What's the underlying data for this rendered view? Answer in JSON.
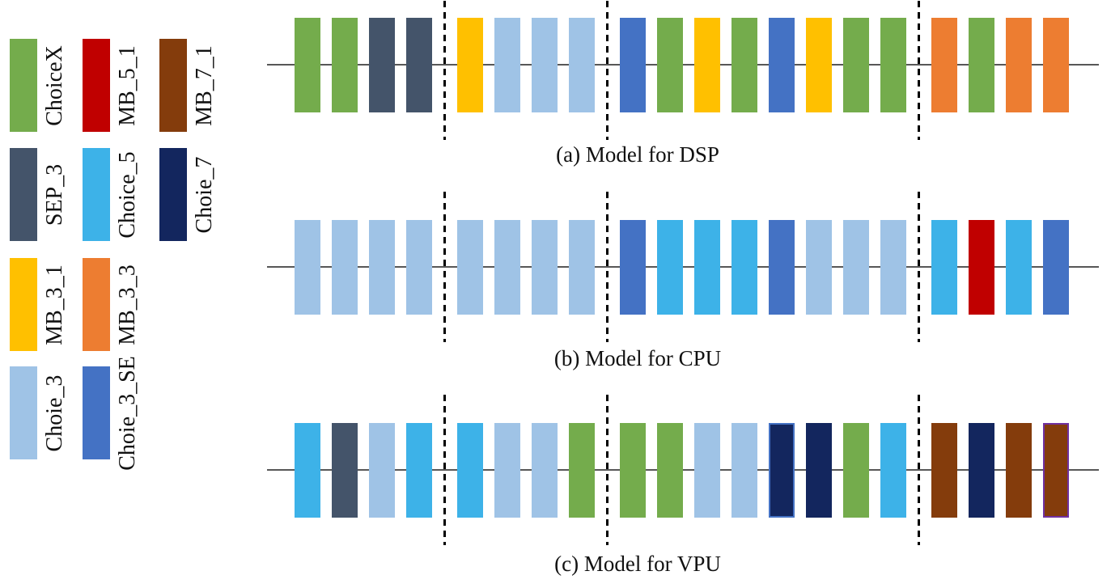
{
  "figure": {
    "background": "#ffffff",
    "baseline_color": "#575757",
    "separator_color": "#000000"
  },
  "palette": {
    "ChoiceX": "#74AC4C",
    "MB_5_1": "#C00000",
    "MB_7_1": "#843C0C",
    "SEP_3": "#44546A",
    "Choice_5": "#3DB2E8",
    "Choie_7": "#13265E",
    "MB_3_1": "#FFC000",
    "MB_3_3": "#ED7D31",
    "Choie_3": "#9FC3E6",
    "Choie_3_SE": "#4472C4"
  },
  "legend": {
    "items": [
      {
        "label": "ChoiceX",
        "op": "ChoiceX",
        "col": 0,
        "row": 0
      },
      {
        "label": "MB_5_1",
        "op": "MB_5_1",
        "col": 1,
        "row": 0
      },
      {
        "label": "MB_7_1",
        "op": "MB_7_1",
        "col": 2,
        "row": 0
      },
      {
        "label": "SEP_3",
        "op": "SEP_3",
        "col": 0,
        "row": 1
      },
      {
        "label": "Choice_5",
        "op": "Choice_5",
        "col": 1,
        "row": 1
      },
      {
        "label": "Choie_7",
        "op": "Choie_7",
        "col": 2,
        "row": 1
      },
      {
        "label": "MB_3_1",
        "op": "MB_3_1",
        "col": 0,
        "row": 2
      },
      {
        "label": "MB_3_3",
        "op": "MB_3_3",
        "col": 1,
        "row": 2
      },
      {
        "label": "Choie_3",
        "op": "Choie_3",
        "col": 0,
        "row": 3
      },
      {
        "label": "Choie_3_SE",
        "op": "Choie_3_SE",
        "col": 1,
        "row": 3
      }
    ]
  },
  "models": [
    {
      "caption": "(a) Model for DSP",
      "segments": [
        [
          "ChoiceX",
          "ChoiceX",
          "SEP_3",
          "SEP_3"
        ],
        [
          "MB_3_1",
          "Choie_3",
          "Choie_3",
          "Choie_3"
        ],
        [
          "Choie_3_SE",
          "ChoiceX",
          "MB_3_1",
          "ChoiceX",
          "Choie_3_SE",
          "MB_3_1",
          "ChoiceX",
          "ChoiceX"
        ],
        [
          "MB_3_3",
          "ChoiceX",
          "MB_3_3",
          "MB_3_3"
        ]
      ],
      "highlights": []
    },
    {
      "caption": "(b) Model for CPU",
      "segments": [
        [
          "Choie_3",
          "Choie_3",
          "Choie_3",
          "Choie_3"
        ],
        [
          "Choie_3",
          "Choie_3",
          "Choie_3",
          "Choie_3"
        ],
        [
          "Choie_3_SE",
          "Choice_5",
          "Choice_5",
          "Choice_5",
          "Choie_3_SE",
          "Choie_3",
          "Choie_3",
          "Choie_3"
        ],
        [
          "Choice_5",
          "MB_5_1",
          "Choice_5",
          "Choie_3_SE"
        ]
      ],
      "highlights": []
    },
    {
      "caption": "(c) Model for VPU",
      "segments": [
        [
          "Choice_5",
          "SEP_3",
          "Choie_3",
          "Choice_5"
        ],
        [
          "Choice_5",
          "Choie_3",
          "Choie_3",
          "ChoiceX"
        ],
        [
          "ChoiceX",
          "ChoiceX",
          "Choie_3",
          "Choie_3",
          "Choie_7",
          "Choie_7",
          "ChoiceX",
          "Choice_5"
        ],
        [
          "MB_7_1",
          "Choie_7",
          "MB_7_1",
          "MB_7_1"
        ]
      ],
      "highlights": [
        {
          "block_index": 12,
          "border_color": "#4472C4"
        },
        {
          "block_index": 19,
          "border_color": "#7030A0"
        }
      ]
    }
  ]
}
